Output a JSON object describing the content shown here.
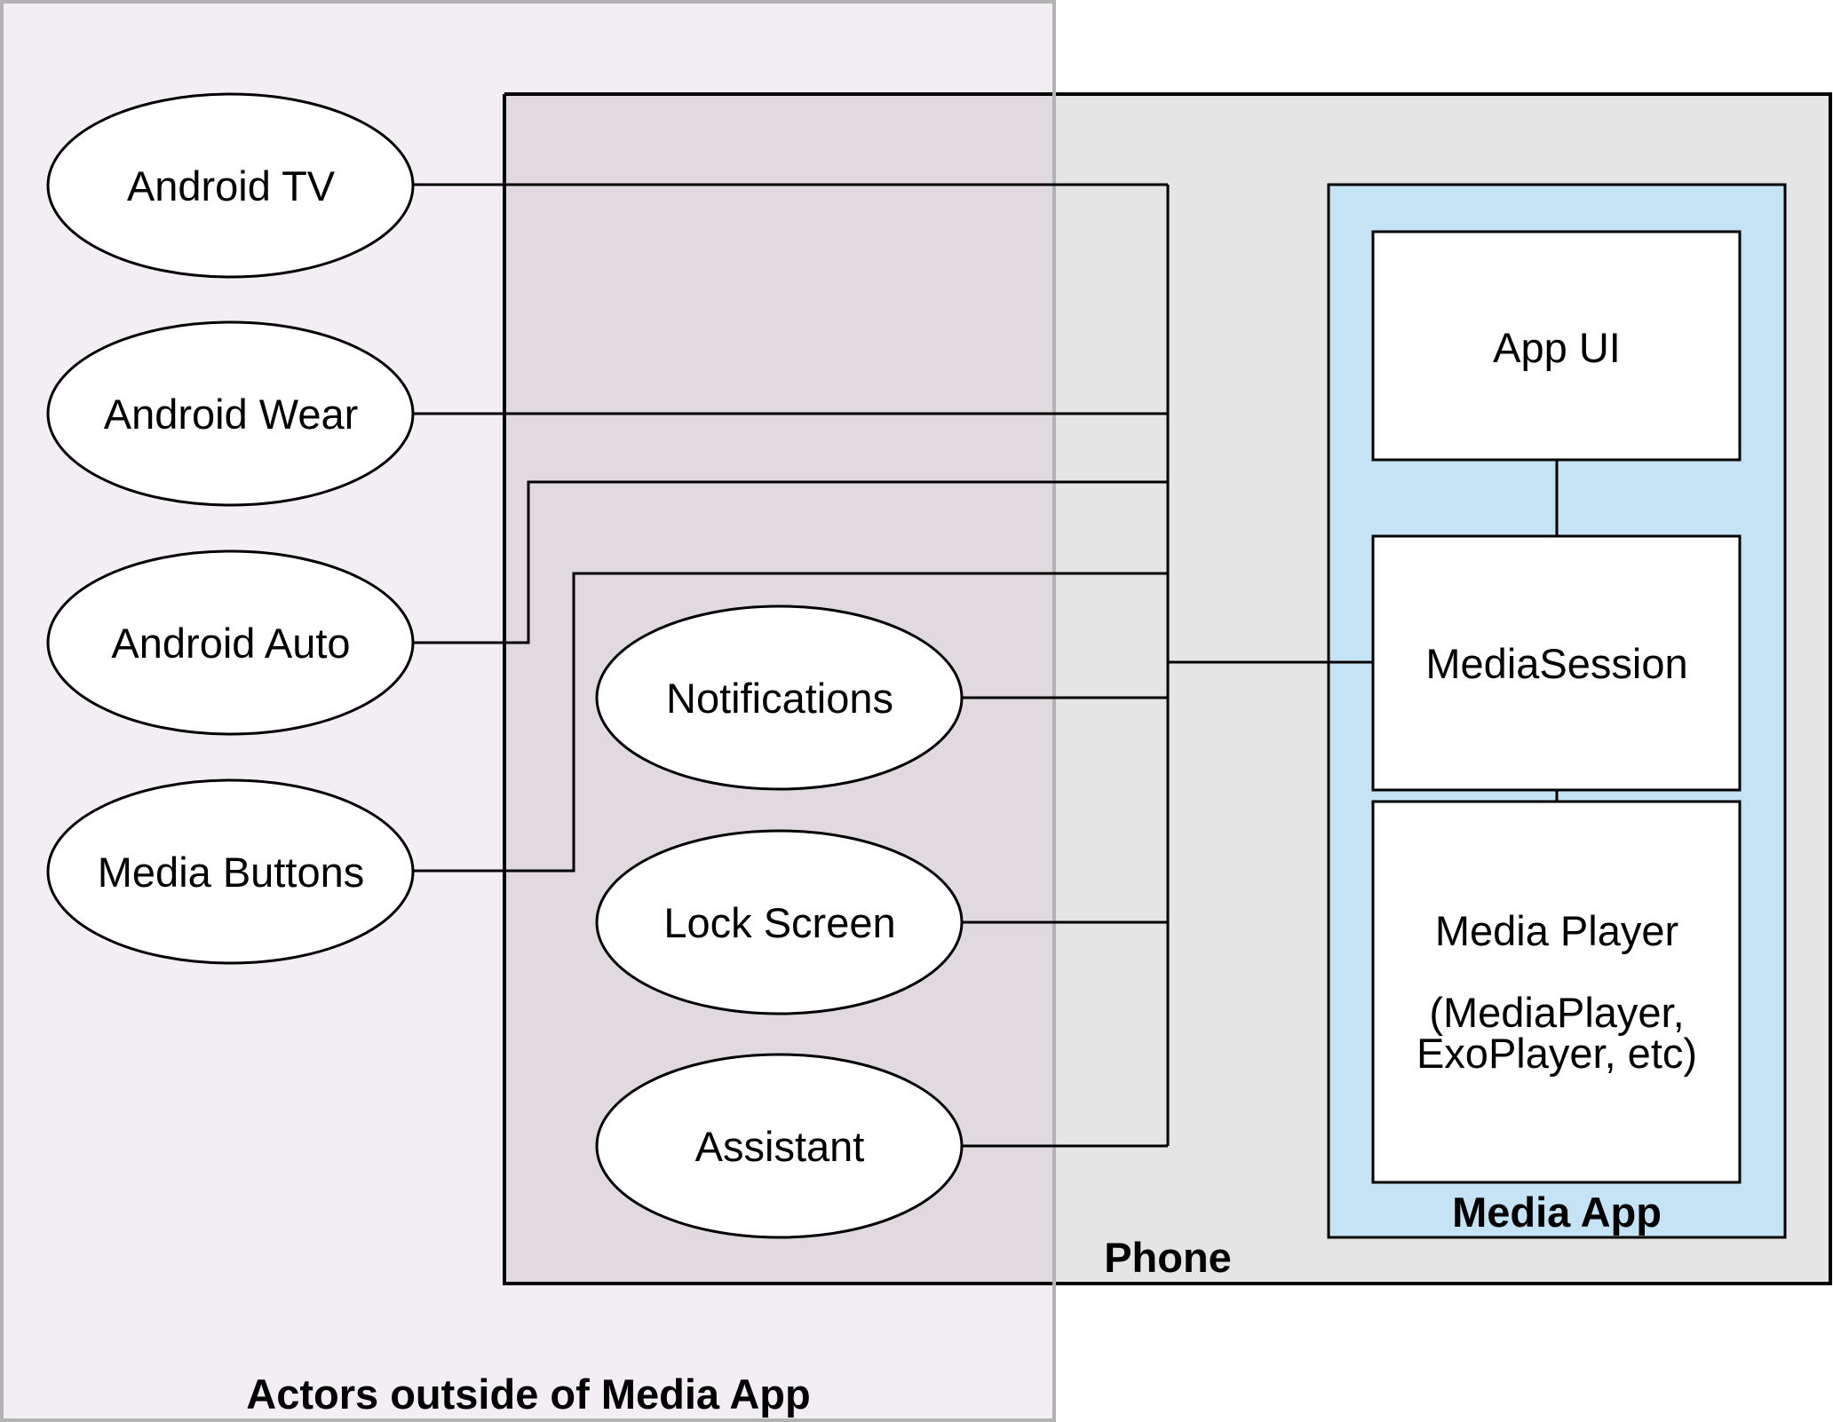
{
  "regions": {
    "actors_label": "Actors outside of Media App",
    "phone_label": "Phone",
    "media_app_label": "Media App"
  },
  "external_actors": [
    {
      "id": "android-tv",
      "label": "Android TV"
    },
    {
      "id": "android-wear",
      "label": "Android Wear"
    },
    {
      "id": "android-auto",
      "label": "Android Auto"
    },
    {
      "id": "media-buttons",
      "label": "Media Buttons"
    }
  ],
  "phone_actors": [
    {
      "id": "notifications",
      "label": "Notifications"
    },
    {
      "id": "lock-screen",
      "label": "Lock Screen"
    },
    {
      "id": "assistant",
      "label": "Assistant"
    }
  ],
  "media_app_components": {
    "app_ui": "App UI",
    "media_session": "MediaSession",
    "media_player_title": "Media Player",
    "media_player_sub1": "(MediaPlayer,",
    "media_player_sub2": "ExoPlayer, etc)"
  },
  "colors": {
    "actors_region_fill": "#f2eef3",
    "actors_region_border": "#b3b3b3",
    "phone_fill": "#e5e5e5",
    "overlap_fill": "#e0d9df",
    "media_app_fill": "#c4e3f5"
  }
}
